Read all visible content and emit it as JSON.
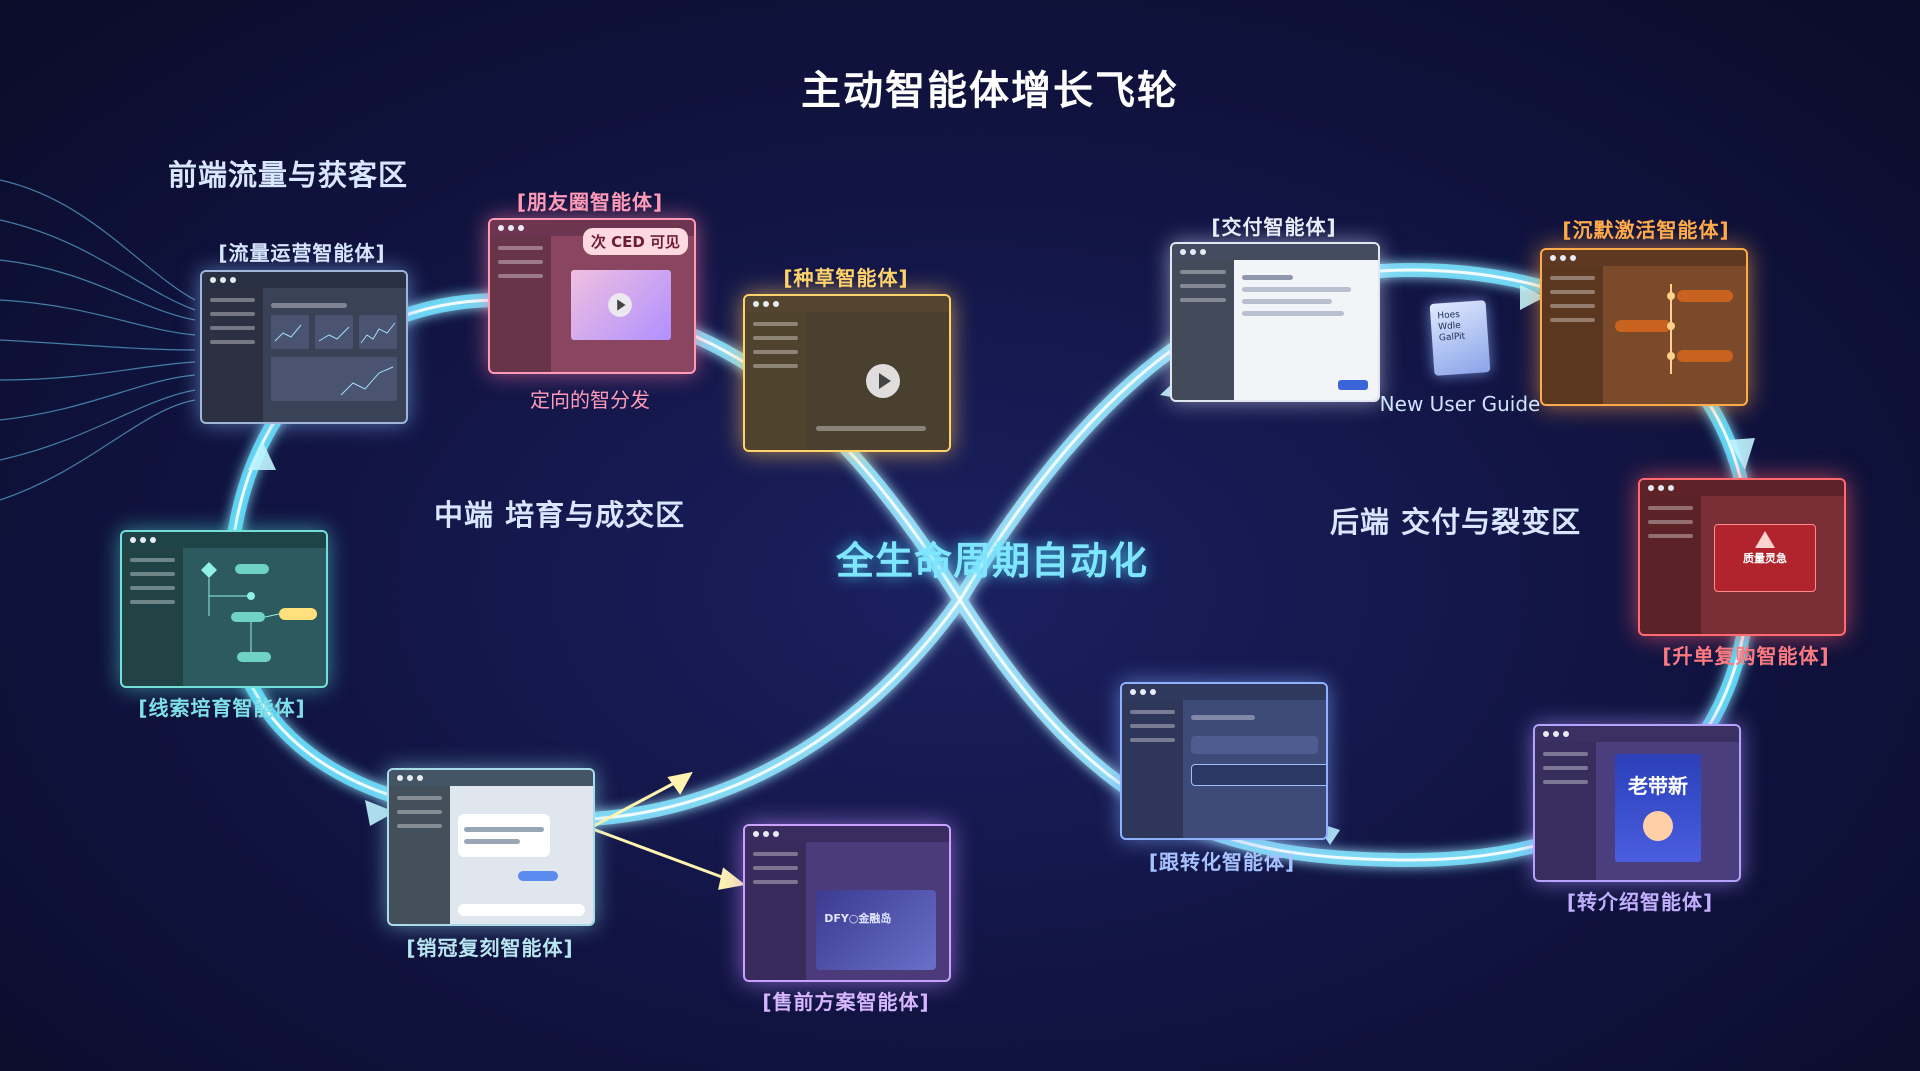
{
  "title": "主动智能体增长飞轮",
  "center_label": "全生命周期自动化",
  "zones": {
    "front": "前端流量与获客区",
    "middle": "中端  培育与成交区",
    "back": "后端  交付与裂变区"
  },
  "agents": {
    "traffic": "[流量运营智能体]",
    "moments": "[朋友圈智能体]",
    "moments_sub": "定向的智分发",
    "moments_badge": "次 CED 可见",
    "seed": "[种草智能体]",
    "lead": "[线索培育智能体]",
    "sales_clone": "[销冠复刻智能体]",
    "presale": "[售前方案智能体]",
    "delivery": "[交付智能体]",
    "delivery_sub": "New User Guide",
    "silent": "[沉默激活智能体]",
    "upsell": "[升单复购智能体]",
    "follow_up": "[跟转化智能体]",
    "referral": "[转介绍智能体]"
  },
  "card_text": {
    "guide_doc": "Hoes Wdle\nGalPit",
    "upsell_alert": "质量灵急",
    "referral_poster": "老带新",
    "presale_doc": "DFY○金融岛"
  },
  "colors": {
    "background": "#121545",
    "flow_cyan": "#5fe0ff",
    "traffic": "#9fb6d9",
    "moments": "#ff9ab8",
    "seed": "#ffd26a",
    "lead": "#72e0d8",
    "sales_clone": "#a8dcea",
    "presale": "#c9a2ff",
    "delivery": "#e2e6f0",
    "silent": "#ffab4a",
    "upsell": "#ff6a70",
    "follow_up": "#8fb2ff",
    "referral": "#b7a2ff"
  }
}
